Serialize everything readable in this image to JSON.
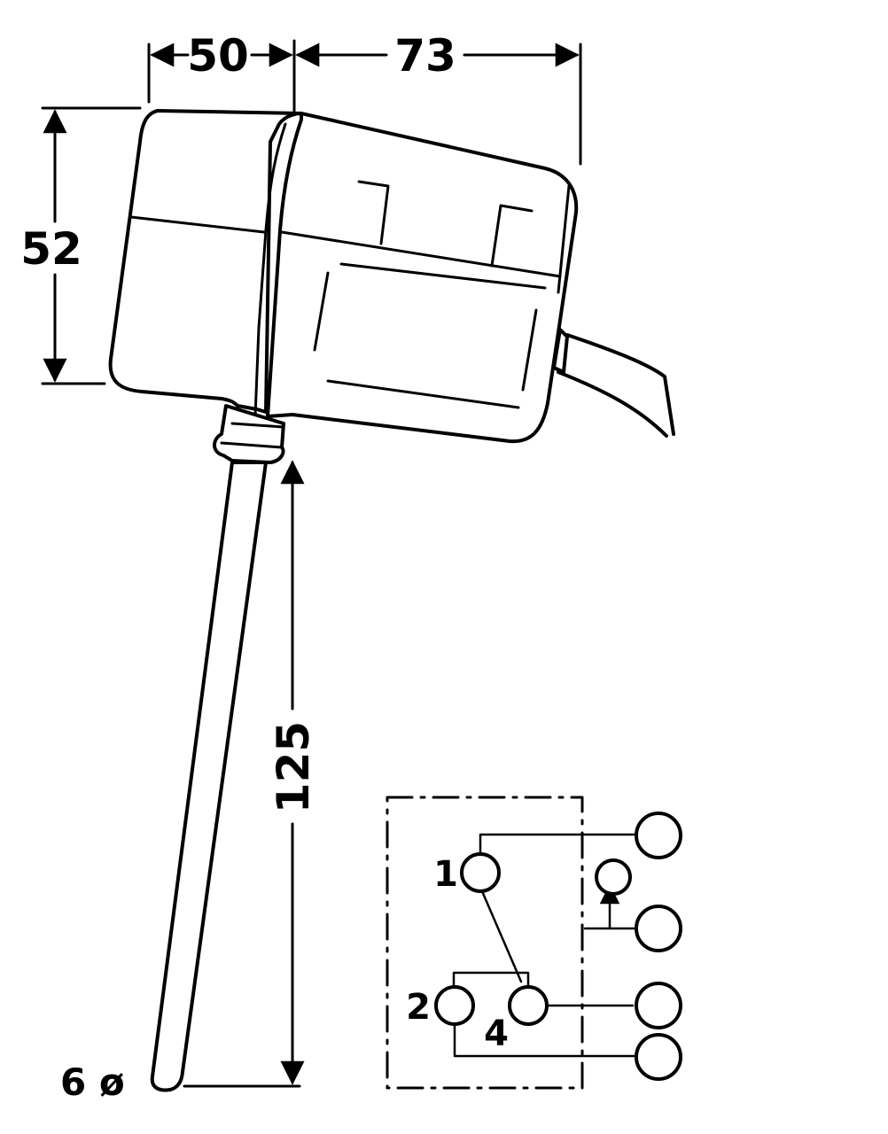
{
  "dimensions": {
    "width_left": "50",
    "width_right": "73",
    "height": "52",
    "probe_length": "125",
    "probe_diameter": "6 ø"
  },
  "pins": {
    "p1": "1",
    "p2": "2",
    "p4": "4"
  }
}
